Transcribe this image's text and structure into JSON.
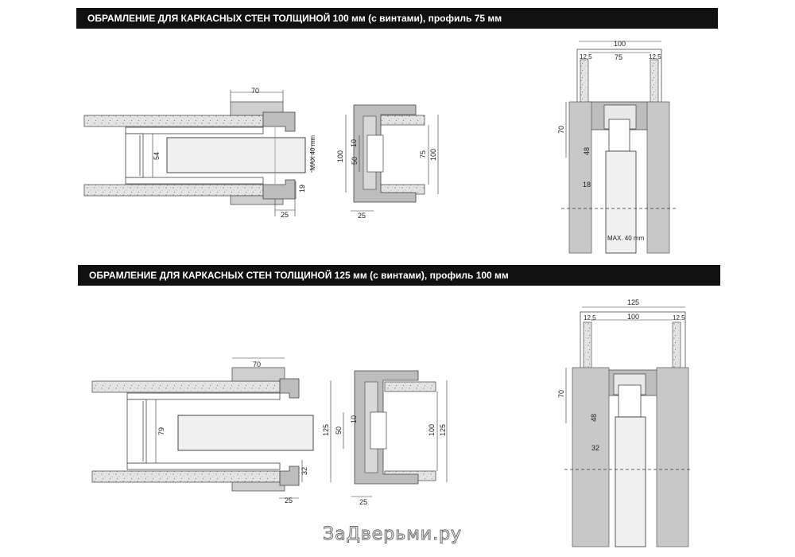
{
  "sections": [
    {
      "title": "ОБРАМЛЕНИЕ ДЛЯ КАРКАСНЫХ СТЕН ТОЛЩИНОЙ 100 мм (с винтами), профиль 75 мм",
      "plan": {
        "top_width": "70",
        "inner_height": "54",
        "max_door": "MAX 40 mm",
        "jamb_height": "19",
        "base_width": "25"
      },
      "jamb": {
        "height": "100",
        "inner": "50",
        "slot": "10",
        "opening": "75",
        "total": "100",
        "base_width": "25"
      },
      "section": {
        "total_width": "100",
        "left": "12,5",
        "center": "75",
        "right": "12,5",
        "height": "70",
        "rail": "48",
        "gap": "18",
        "max_door": "MAX. 40 mm"
      }
    },
    {
      "title": "ОБРАМЛЕНИЕ ДЛЯ КАРКАСНЫХ СТЕН ТОЛЩИНОЙ 125 мм (с винтами), профиль 100 мм",
      "plan": {
        "top_width": "70",
        "inner_height": "79",
        "jamb_height": "32",
        "base_width": "25"
      },
      "jamb": {
        "height": "125",
        "inner": "50",
        "slot": "10",
        "opening": "100",
        "total": "125",
        "base_width": "25"
      },
      "section": {
        "total_width": "125",
        "left": "12,5",
        "center": "100",
        "right": "12,5",
        "height": "70",
        "rail": "48",
        "gap": "32"
      }
    }
  ],
  "watermark": "ЗаДверьми.ру",
  "colors": {
    "banner": "#111111",
    "concrete": "#e4e4e4",
    "profile": "#bdbdbd",
    "panel": "#c8c8c8",
    "door": "#f0f0f0"
  }
}
